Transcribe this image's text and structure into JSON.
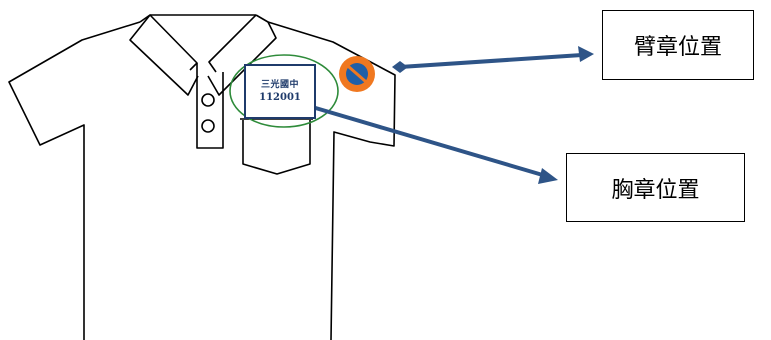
{
  "labels": {
    "armband_position": "臂章位置",
    "chest_badge_position": "胸章位置"
  },
  "badge": {
    "line1": "三光國中",
    "line2": "112001"
  },
  "colors": {
    "outline": "#000000",
    "arrow": "#2e5487",
    "badge_border": "#1f3b6b",
    "circle_highlight": "#2e8b3a",
    "armband_ring": "#f07820",
    "armband_fill": "#1f5fa8"
  }
}
